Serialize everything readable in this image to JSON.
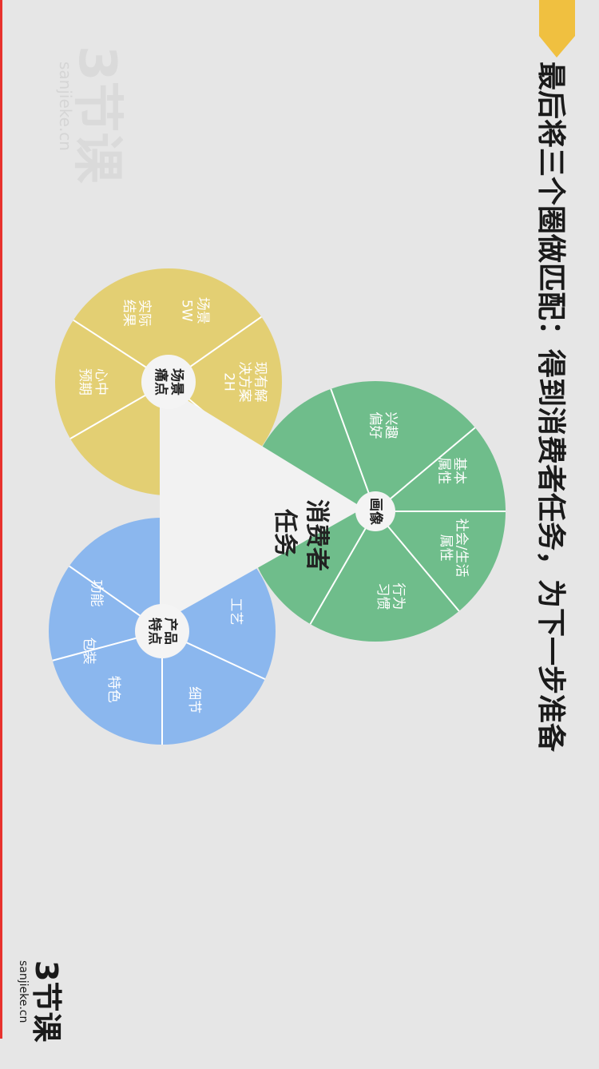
{
  "slide": {
    "title": "最后将三个圈做匹配：得到消费者任务，为下一步准备"
  },
  "watermark": {
    "logo_text": "3节课",
    "domain": "sanjieke.cn"
  },
  "brand_logo": {
    "logo_text": "3节课",
    "domain": "sanjieke.cn"
  },
  "center": {
    "line1": "消费者",
    "line2": "任务"
  },
  "circles": {
    "scene": {
      "color": "#e3cf73",
      "hub_lines": [
        "场景",
        "痛点"
      ],
      "segments": [
        {
          "lines": [
            "场景",
            "5W"
          ]
        },
        {
          "lines": [
            "现有解",
            "决方案",
            "2H"
          ]
        },
        {
          "lines": [
            "心中",
            "预期"
          ]
        },
        {
          "lines": [
            "实际",
            "结果"
          ]
        }
      ]
    },
    "portrait": {
      "color": "#6fbd8b",
      "hub_lines": [
        "画像"
      ],
      "segments": [
        {
          "lines": [
            "兴趣",
            "偏好"
          ]
        },
        {
          "lines": [
            "基本",
            "属性"
          ]
        },
        {
          "lines": [
            "社会/生活",
            "属性"
          ]
        },
        {
          "lines": [
            "行为",
            "习惯"
          ]
        }
      ]
    },
    "product": {
      "color": "#8bb7ee",
      "hub_lines": [
        "产品",
        "特点"
      ],
      "segments": [
        {
          "lines": [
            "功能"
          ]
        },
        {
          "lines": [
            "包装"
          ]
        },
        {
          "lines": [
            "特色"
          ]
        },
        {
          "lines": [
            "细节"
          ]
        },
        {
          "lines": [
            "工艺"
          ]
        }
      ]
    }
  },
  "colors": {
    "background": "#e6e6e6",
    "accent": "#f0c040",
    "title": "#1a1a1a",
    "triangle": "#f2f2f2",
    "hub": "#f4f4f4",
    "red_edge": "#e8322e"
  }
}
